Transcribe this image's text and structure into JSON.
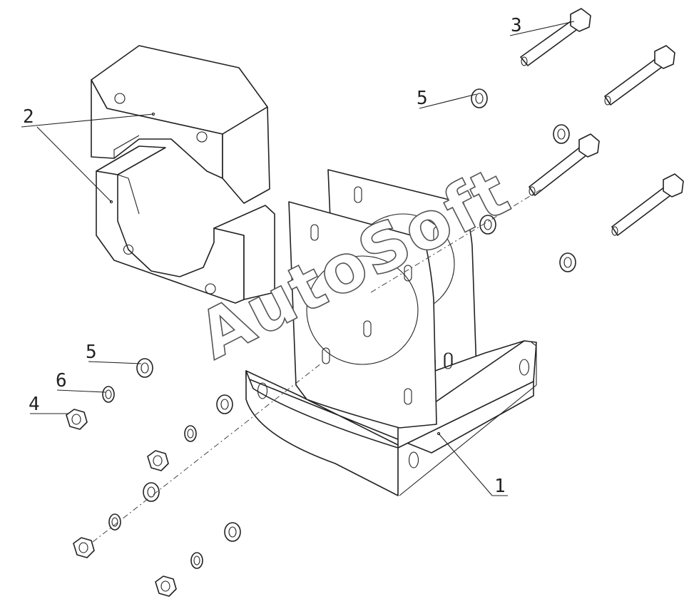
{
  "callouts": [
    "1",
    "2",
    "3",
    "4",
    "5",
    "5",
    "6"
  ],
  "watermark": "AutoSoft"
}
